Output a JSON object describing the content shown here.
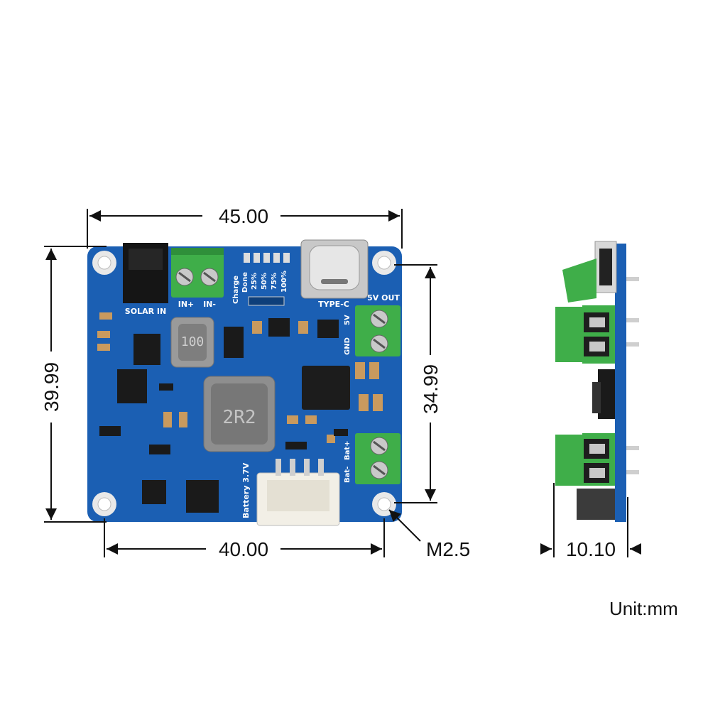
{
  "dimensions": {
    "width_top": "45.00",
    "height_left": "39.99",
    "height_right": "34.99",
    "hole_spacing_bottom": "40.00",
    "hole_size": "M2.5",
    "side_thickness": "10.10",
    "unit": "Unit:mm"
  },
  "silkscreen": {
    "solar_in": "SOLAR IN",
    "in_plus": "IN+",
    "in_minus": "IN-",
    "charge": "Charge",
    "done": "Done",
    "p25": "25%",
    "p50": "50%",
    "p75": "75%",
    "p100": "100%",
    "type_c": "TYPE-C",
    "out_5v": "5V OUT",
    "v5": "5V",
    "gnd": "GND",
    "battery": "Battery 3.7V",
    "bat_minus": "Bat-",
    "bat_plus": "Bat+",
    "inductor_top": "100",
    "inductor_big": "2R2"
  },
  "colors": {
    "pcb": "#1b5fb3",
    "terminal": "#3fae49",
    "dimension_line": "#111111"
  }
}
